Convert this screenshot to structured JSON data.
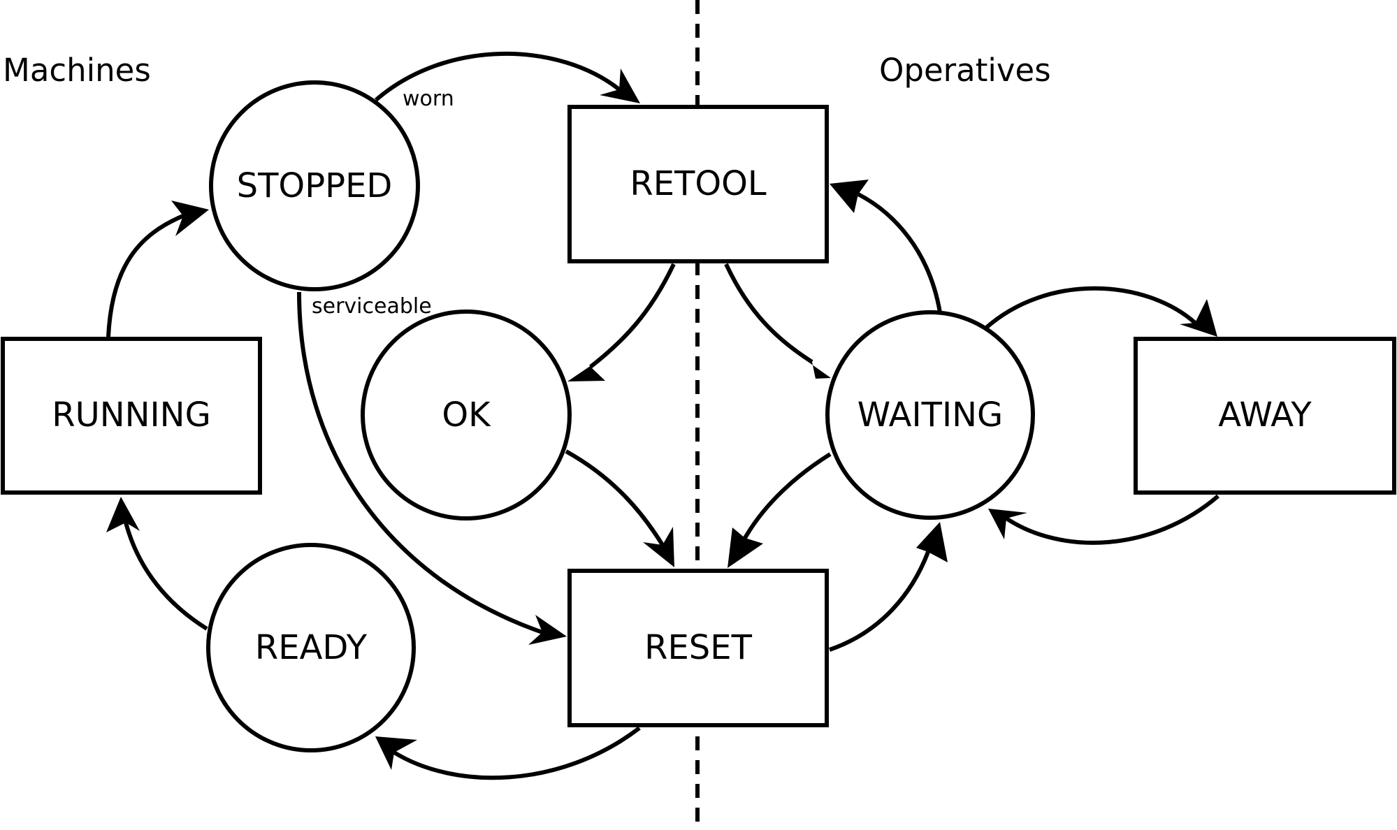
{
  "regions": {
    "left": "Machines",
    "right": "Operatives"
  },
  "nodes": {
    "stopped": "STOPPED",
    "running": "RUNNING",
    "ready": "READY",
    "ok": "OK",
    "retool": "RETOOL",
    "reset": "RESET",
    "waiting": "WAITING",
    "away": "AWAY"
  },
  "edge_labels": {
    "worn": "worn",
    "serviceable": "serviceable"
  },
  "edges": [
    {
      "from": "STOPPED",
      "to": "RETOOL",
      "label": "worn"
    },
    {
      "from": "STOPPED",
      "to": "RESET",
      "label": "serviceable"
    },
    {
      "from": "RUNNING",
      "to": "STOPPED"
    },
    {
      "from": "READY",
      "to": "RUNNING"
    },
    {
      "from": "RESET",
      "to": "READY"
    },
    {
      "from": "RETOOL",
      "to": "OK"
    },
    {
      "from": "RETOOL",
      "to": "WAITING"
    },
    {
      "from": "OK",
      "to": "RESET"
    },
    {
      "from": "WAITING",
      "to": "RESET"
    },
    {
      "from": "RESET",
      "to": "WAITING"
    },
    {
      "from": "WAITING",
      "to": "RETOOL"
    },
    {
      "from": "WAITING",
      "to": "AWAY"
    },
    {
      "from": "AWAY",
      "to": "WAITING"
    }
  ]
}
